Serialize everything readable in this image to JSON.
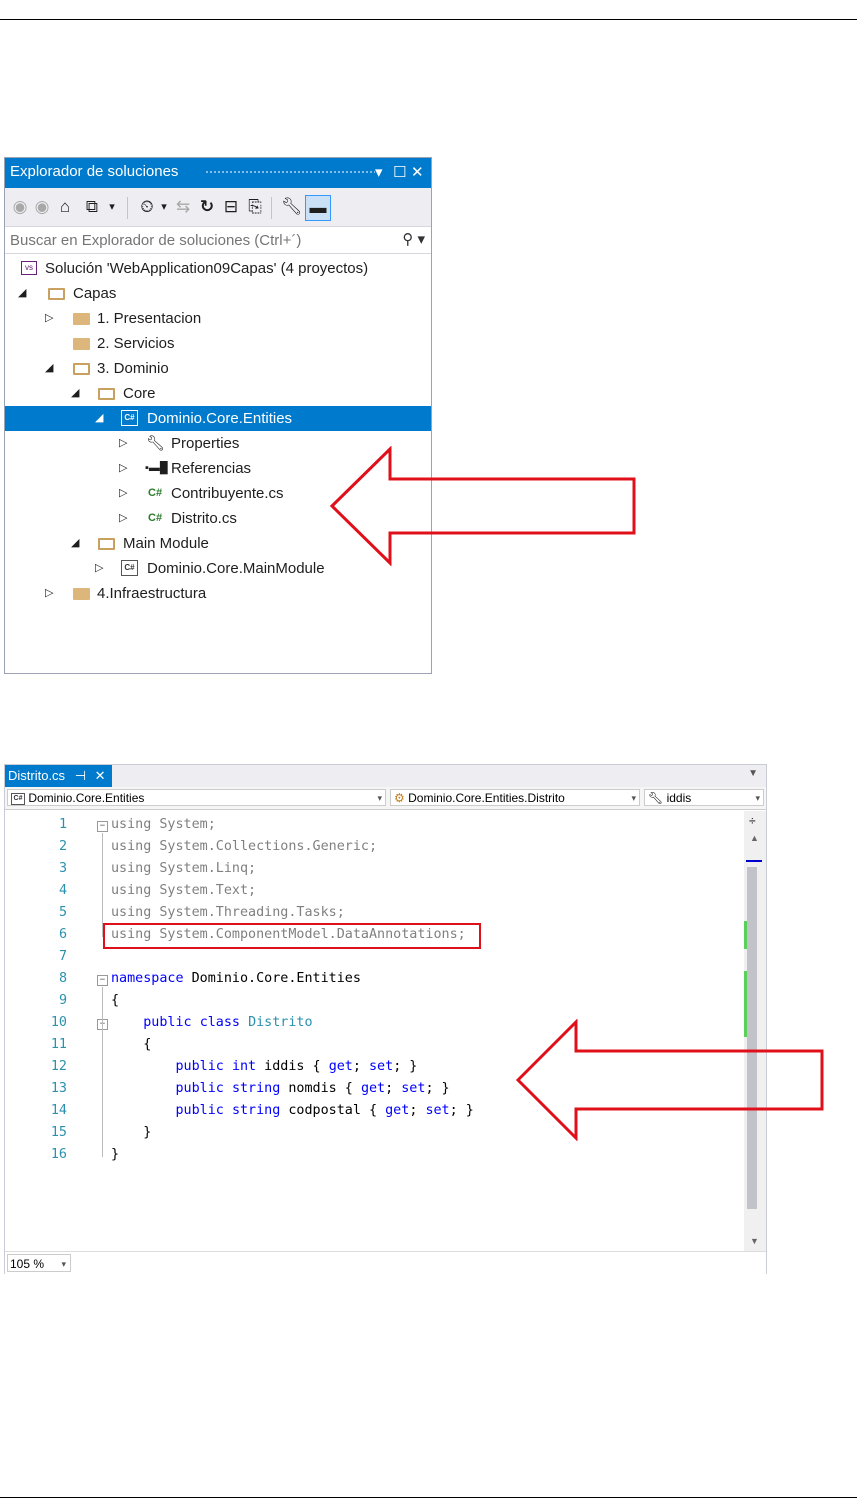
{
  "solution_explorer": {
    "title": "Explorador de soluciones",
    "window_buttons": [
      "▾",
      "☐",
      "✕"
    ],
    "toolbar_icons": [
      "back-icon",
      "forward-icon",
      "home-icon",
      "switch-views-icon",
      "pending-changes-icon",
      "sync-icon",
      "refresh-icon",
      "collapse-all-icon",
      "show-all-files-icon",
      "properties-icon",
      "preview-selected-icon"
    ],
    "search_placeholder": "Buscar en Explorador de soluciones (Ctrl+´)",
    "tree": [
      {
        "label": "Solución 'WebApplication09Capas'  (4 proyectos)",
        "type": "solution",
        "expanded": null,
        "selected": false
      },
      {
        "label": "Capas",
        "type": "folder",
        "expanded": true,
        "selected": false
      },
      {
        "label": "1. Presentacion",
        "type": "folder",
        "expanded": false,
        "selected": false
      },
      {
        "label": "2. Servicios",
        "type": "folder",
        "expanded": null,
        "selected": false
      },
      {
        "label": "3. Dominio",
        "type": "folder",
        "expanded": true,
        "selected": false
      },
      {
        "label": "Core",
        "type": "folder",
        "expanded": true,
        "selected": false
      },
      {
        "label": "Dominio.Core.Entities",
        "type": "project",
        "expanded": true,
        "selected": true
      },
      {
        "label": "Properties",
        "type": "properties",
        "expanded": false,
        "selected": false
      },
      {
        "label": "Referencias",
        "type": "references",
        "expanded": false,
        "selected": false
      },
      {
        "label": "Contribuyente.cs",
        "type": "csfile",
        "expanded": false,
        "selected": false
      },
      {
        "label": "Distrito.cs",
        "type": "csfile",
        "expanded": false,
        "selected": false
      },
      {
        "label": "Main Module",
        "type": "folder",
        "expanded": true,
        "selected": false
      },
      {
        "label": "Dominio.Core.MainModule",
        "type": "project",
        "expanded": false,
        "selected": false
      },
      {
        "label": "4.Infraestructura",
        "type": "folder",
        "expanded": false,
        "selected": false
      }
    ]
  },
  "editor": {
    "tab_label": "Distrito.cs",
    "tab_pin": "⊣",
    "tab_close": "✕",
    "nav_project": "Dominio.Core.Entities",
    "nav_type": "Dominio.Core.Entities.Distrito",
    "nav_member": "iddis",
    "zoom": "105 %",
    "lines": [
      {
        "n": "1",
        "text": "using System;"
      },
      {
        "n": "2",
        "text": "using System.Collections.Generic;"
      },
      {
        "n": "3",
        "text": "using System.Linq;"
      },
      {
        "n": "4",
        "text": "using System.Text;"
      },
      {
        "n": "5",
        "text": "using System.Threading.Tasks;"
      },
      {
        "n": "6",
        "text": "using System.ComponentModel.DataAnnotations;"
      },
      {
        "n": "7",
        "text": ""
      },
      {
        "n": "8",
        "text": "namespace Dominio.Core.Entities"
      },
      {
        "n": "9",
        "text": "{"
      },
      {
        "n": "10",
        "text": "    public class Distrito"
      },
      {
        "n": "11",
        "text": "    {"
      },
      {
        "n": "12",
        "text": "        public int iddis { get; set; }"
      },
      {
        "n": "13",
        "text": "        public string nomdis { get; set; }"
      },
      {
        "n": "14",
        "text": "        public string codpostal { get; set; }"
      },
      {
        "n": "15",
        "text": "    }"
      },
      {
        "n": "16",
        "text": "}"
      }
    ]
  },
  "colors": {
    "accent": "#007acc",
    "annotation": "#e0101a",
    "keyword": "#0000ff",
    "type_name": "#2b91af",
    "line_number": "#2b91af",
    "unused_using": "#808080"
  }
}
